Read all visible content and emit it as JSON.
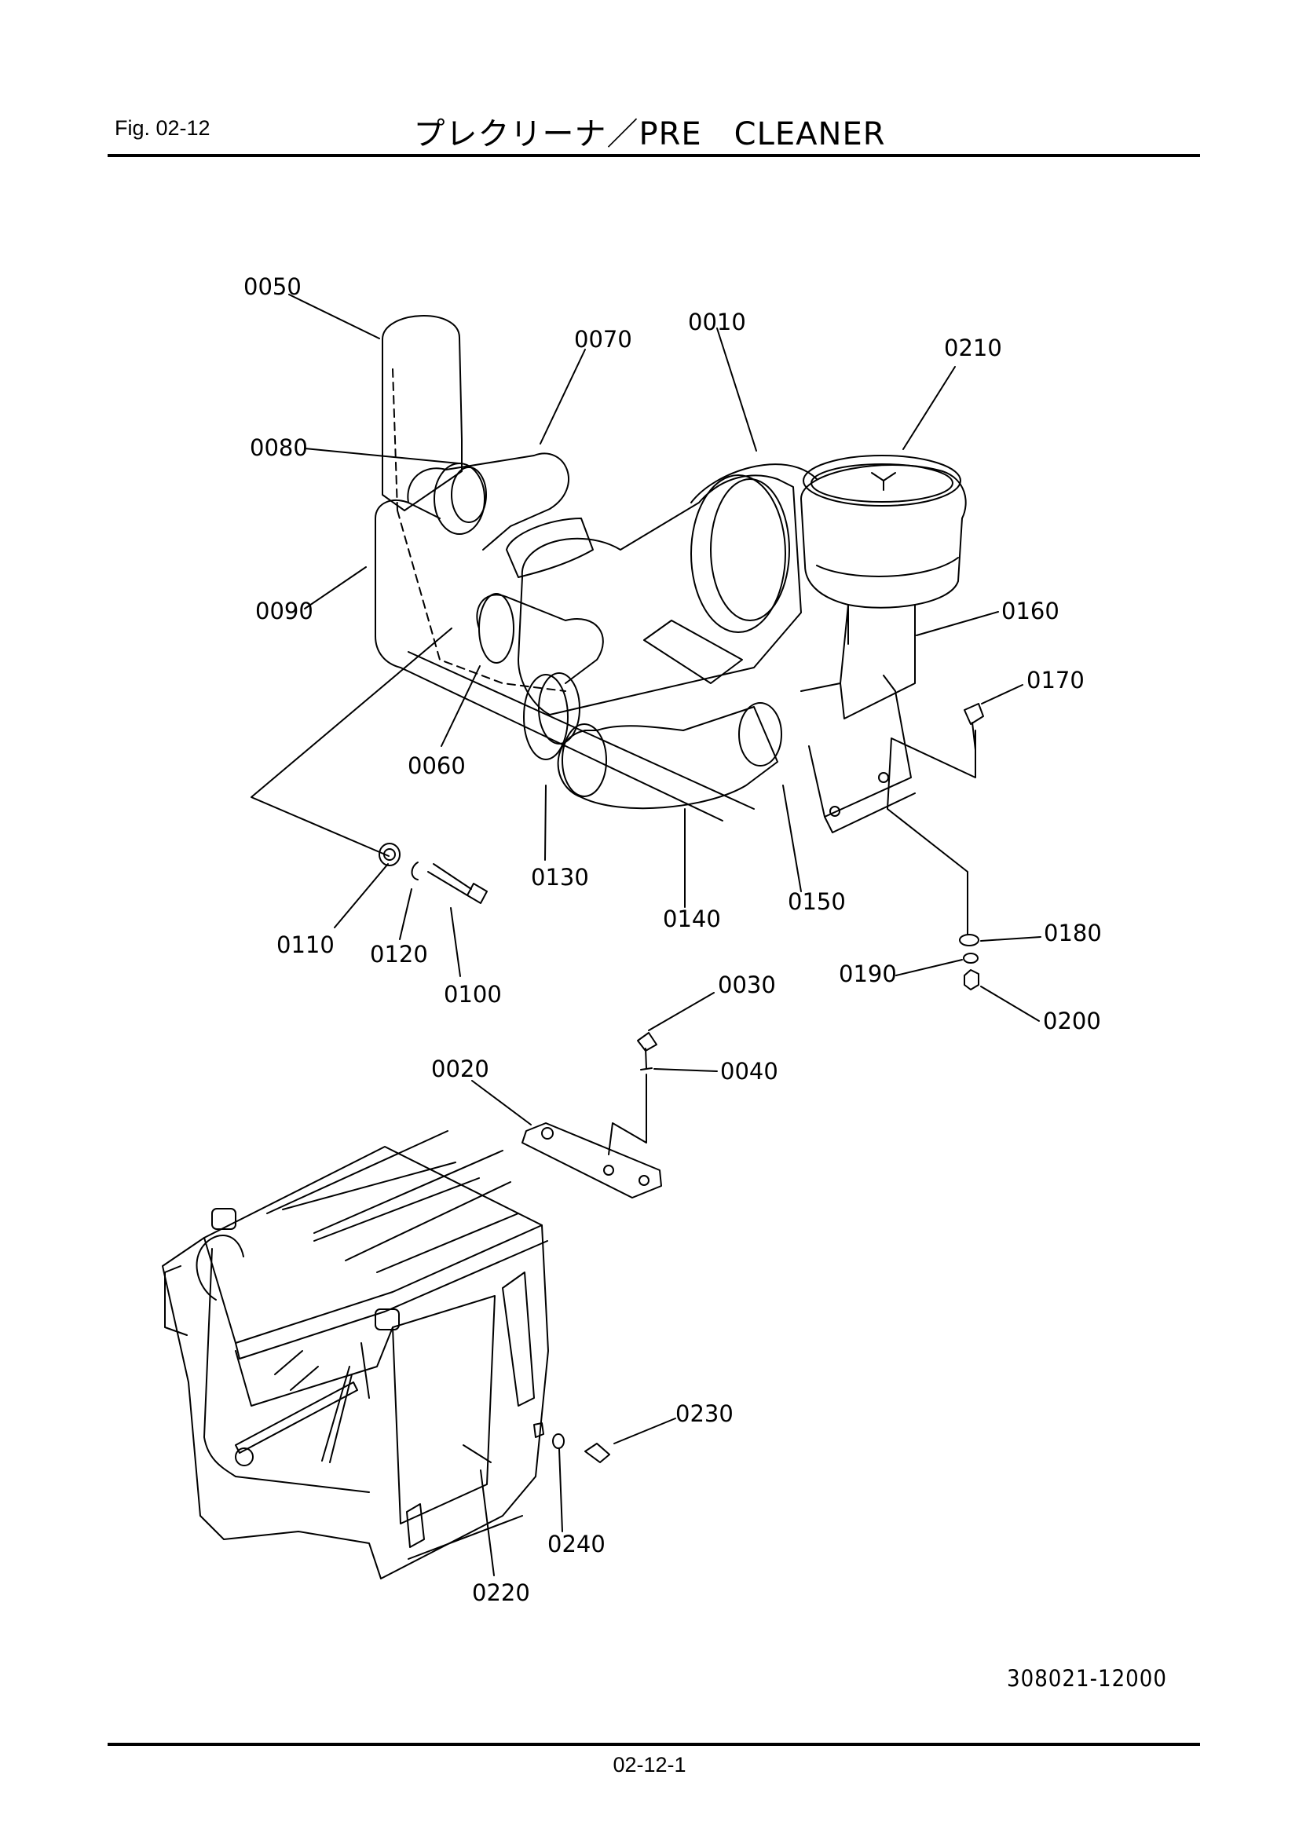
{
  "header": {
    "fig_label": "Fig.  02-12",
    "title": "プレクリーナ／PRE　CLEANER"
  },
  "footer": {
    "doc_number": "308021-12000",
    "page_number": "02-12-1"
  },
  "callouts": {
    "p0010": "0010",
    "p0020": "0020",
    "p0030": "0030",
    "p0040": "0040",
    "p0050": "0050",
    "p0060": "0060",
    "p0070": "0070",
    "p0080": "0080",
    "p0090": "0090",
    "p0100": "0100",
    "p0110": "0110",
    "p0120": "0120",
    "p0130": "0130",
    "p0140": "0140",
    "p0150": "0150",
    "p0160": "0160",
    "p0170": "0170",
    "p0180": "0180",
    "p0190": "0190",
    "p0200": "0200",
    "p0210": "0210",
    "p0220": "0220",
    "p0230": "0230",
    "p0240": "0240"
  }
}
